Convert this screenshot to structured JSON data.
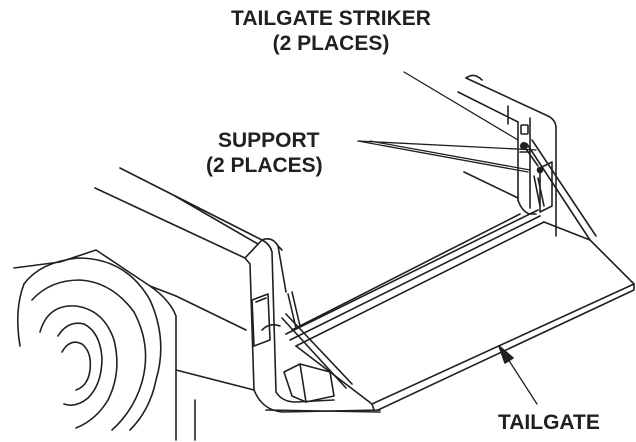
{
  "labels": {
    "tailgate_striker": {
      "line1": "TAILGATE STRIKER",
      "line2": "(2 PLACES)"
    },
    "support": {
      "line1": "SUPPORT",
      "line2": "(2 PLACES)"
    },
    "tailgate": "TAILGATE"
  },
  "colors": {
    "line": "#231f20",
    "background": "#ffffff"
  }
}
